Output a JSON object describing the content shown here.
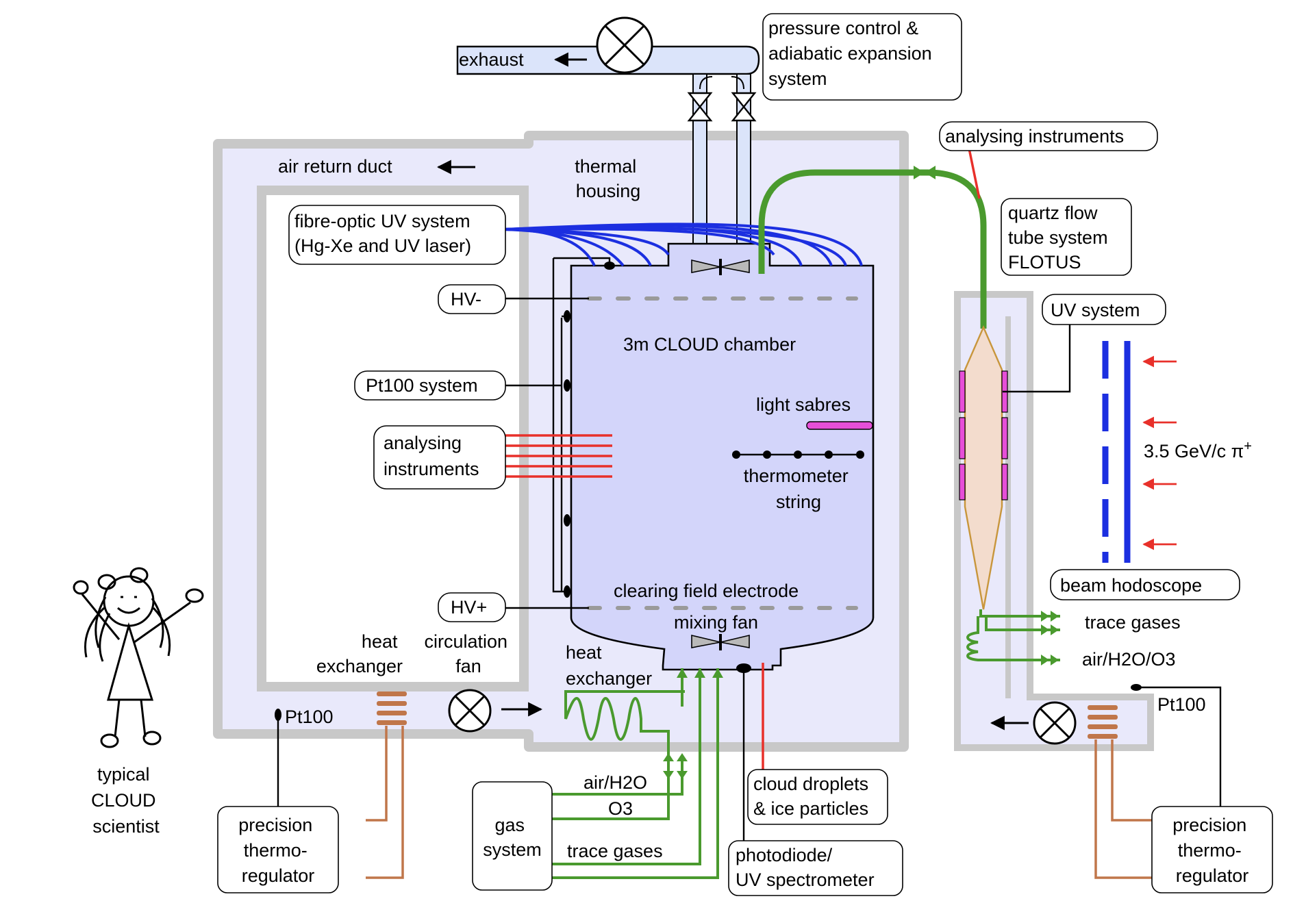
{
  "labels": {
    "exhaust": "exhaust",
    "pressure_control": [
      "pressure control &",
      "adiabatic expansion",
      "system"
    ],
    "air_return_duct": "air return duct",
    "thermal_housing": [
      "thermal",
      "housing"
    ],
    "analysing_instruments_top": "analysing instruments",
    "fibre_optic": [
      "fibre-optic UV system",
      "(Hg-Xe and UV laser)"
    ],
    "hv_minus": "HV-",
    "chamber": "3m CLOUD chamber",
    "pt100_system": "Pt100 system",
    "light_sabres": "light sabres",
    "analysing_instruments_left": [
      "analysing",
      "instruments"
    ],
    "thermometer_string": [
      "thermometer",
      "string"
    ],
    "quartz": [
      "quartz flow",
      "tube system",
      "FLOTUS"
    ],
    "uv_system": "UV system",
    "beam_energy": "3.5 GeV/c π",
    "beam_energy_sup": "+",
    "beam_hodoscope": "beam hodoscope",
    "clearing_field": "clearing field electrode",
    "hv_plus": "HV+",
    "mixing_fan": "mixing fan",
    "heat_exchanger_left": [
      "heat",
      "exchanger"
    ],
    "circulation_fan": [
      "circulation",
      "fan"
    ],
    "heat_exchanger_mid": [
      "heat",
      "exchanger"
    ],
    "trace_gases_right": "trace gases",
    "air_h2o_o3": "air/H2O/O3",
    "pt100_left": "Pt100",
    "pt100_right": "Pt100",
    "scientist": [
      "typical",
      "CLOUD",
      "scientist"
    ],
    "air_h2o": "air/H2O",
    "o3": "O3",
    "gas_system": [
      "gas",
      "system"
    ],
    "trace_gases_bottom": "trace gases",
    "cloud_droplets": [
      "cloud droplets",
      "& ice particles"
    ],
    "photodiode": [
      "photodiode/",
      "UV spectrometer"
    ],
    "thermoregulator_left": [
      "precision",
      "thermo-",
      "regulator"
    ],
    "thermoregulator_right": [
      "precision",
      "thermo-",
      "regulator"
    ]
  },
  "colors": {
    "housing_fill": "#e9e9fb",
    "wall": "#c8c8c8",
    "chamber_fill": "#d3d5fa",
    "uv_fibre": "#1c2fe0",
    "gas_line": "#4a9a2e",
    "instrument_line": "#e8302a",
    "light_sabre": "#e64fd8",
    "copper": "#c0764a",
    "quartz_tube": "#f3dccd"
  },
  "icons": [
    "fan-icon",
    "valve-icon",
    "arrow-icon",
    "stick-figure-icon"
  ]
}
